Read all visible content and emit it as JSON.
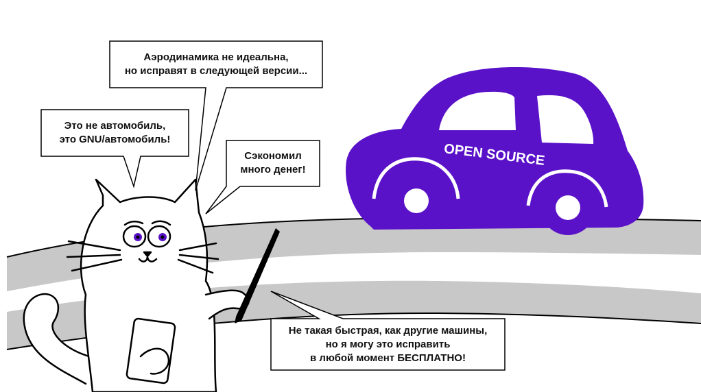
{
  "colors": {
    "car": "#5a12c9",
    "road": "#c8c8c8",
    "ink": "#000000",
    "background": "#ffffff"
  },
  "car": {
    "label": "OPEN SOURCE"
  },
  "bubbles": {
    "aerodynamics": {
      "line1": "Аэродинамика не идеальна,",
      "line2": "но исправят в следующей версии..."
    },
    "gnu": {
      "line1": "Это не автомобиль,",
      "line2": "это GNU/автомобиль!"
    },
    "saved": {
      "line1": "Сэкономил",
      "line2": "много денег!"
    },
    "speed": {
      "line1": "Не такая быстрая, как другие машины,",
      "line2": "но я могу это исправить",
      "line3": "в любой момент БЕСПЛАТНО!"
    }
  },
  "icons": {
    "cat": "cat-illustration",
    "car": "car-illustration",
    "pen": "pen-icon",
    "notepad": "notepad-icon"
  }
}
